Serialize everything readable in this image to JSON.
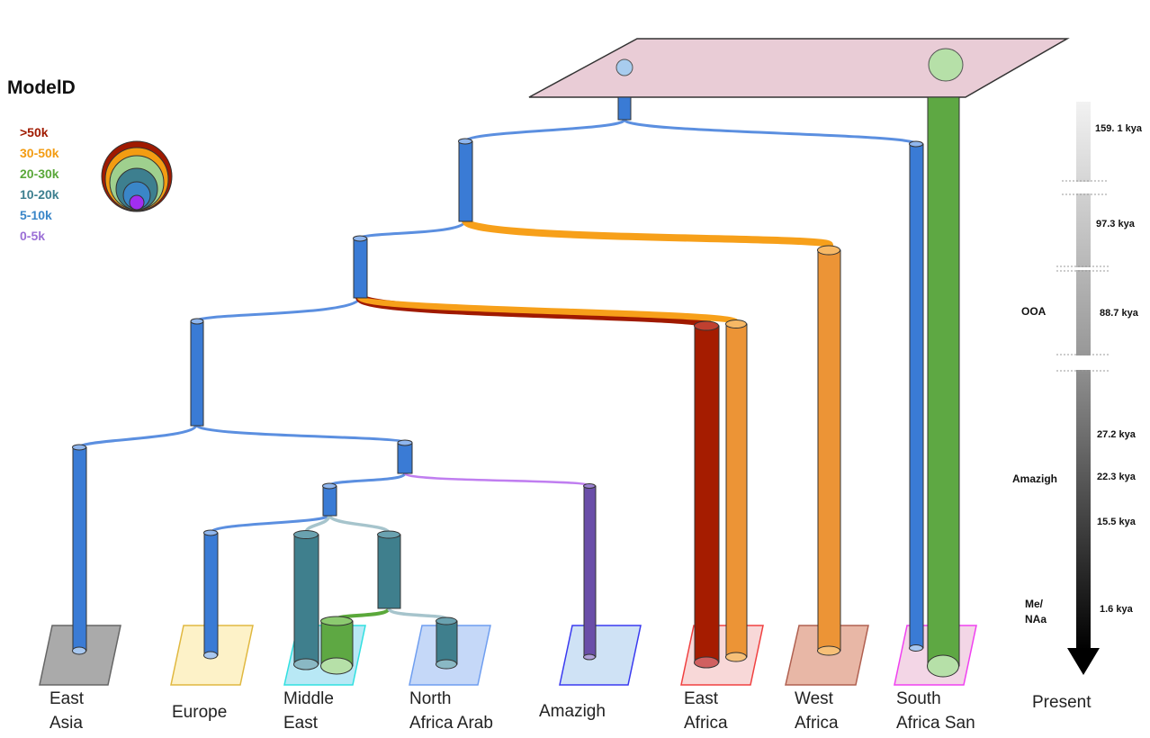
{
  "legend": {
    "title": "ModelD",
    "items": [
      {
        "label": ">50k",
        "color": "#a01a00"
      },
      {
        "label": "30-50k",
        "color": "#f39c12"
      },
      {
        "label": "20-30k",
        "color": "#5aa83a"
      },
      {
        "label": "10-20k",
        "color": "#3d7f8f"
      },
      {
        "label": "5-10k",
        "color": "#3a86c8"
      },
      {
        "label": "0-5k",
        "color": "#9b6fd6"
      }
    ]
  },
  "timeline": {
    "ticks": [
      "159. 1 kya",
      "97.3 kya",
      "88.7 kya",
      "27.2 kya",
      "22.3 kya",
      "15.5 kya",
      "1.6 kya"
    ],
    "periods": [
      "OOA",
      "Amazigh",
      "Me/\nNAa"
    ],
    "present": "Present"
  },
  "populations": [
    {
      "name": "East Asia",
      "lines": [
        "East",
        "Asia"
      ],
      "color": "#9e9e9e"
    },
    {
      "name": "Europe",
      "lines": [
        "Europe"
      ],
      "color": "#f4e2a0"
    },
    {
      "name": "Middle East",
      "lines": [
        "Middle",
        "East"
      ],
      "color": "#a8d8f0"
    },
    {
      "name": "North Africa Arab",
      "lines": [
        "North",
        "Africa Arab"
      ],
      "color": "#b9cff2"
    },
    {
      "name": "Amazigh",
      "lines": [
        "Amazigh"
      ],
      "color": "#c5dcf0"
    },
    {
      "name": "East Africa",
      "lines": [
        "East",
        "Africa"
      ],
      "color": "#f8d0d0"
    },
    {
      "name": "West Africa",
      "lines": [
        "West",
        "Africa"
      ],
      "color": "#e8b8a0"
    },
    {
      "name": "South Africa San",
      "lines": [
        "South",
        "Africa San"
      ],
      "color": "#f0d0e0"
    }
  ]
}
